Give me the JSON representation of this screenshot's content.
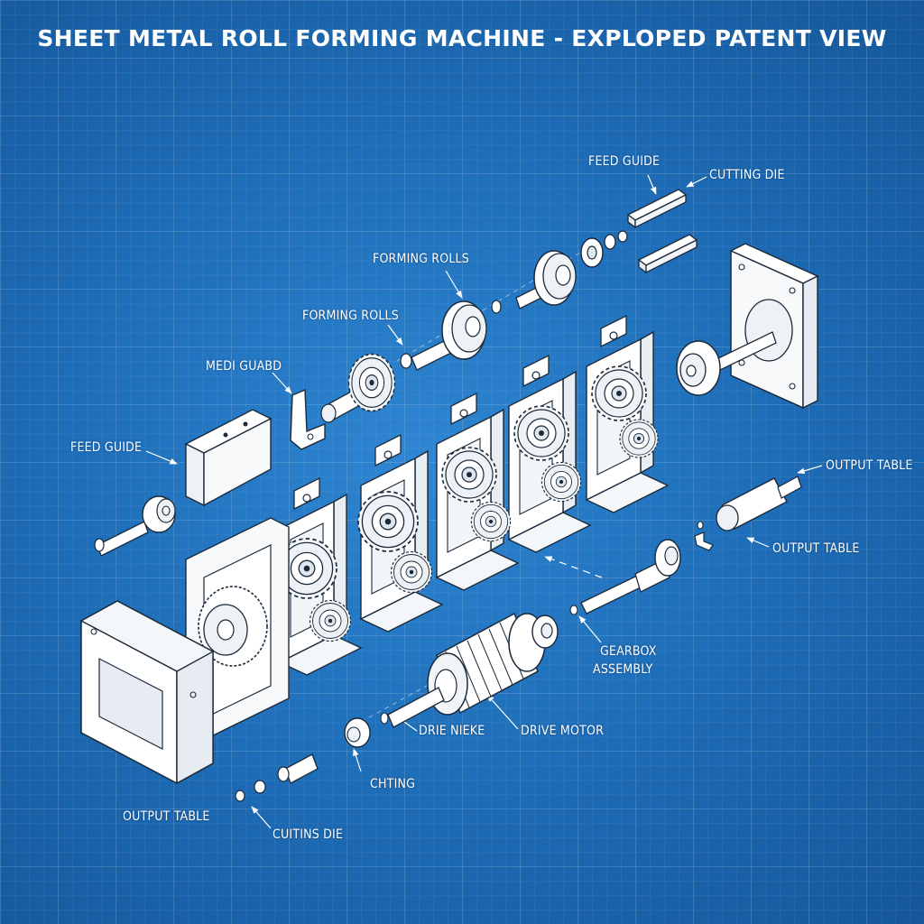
{
  "title": "SHEET METAL ROLL FORMING MACHINE - EXPLOPED PATENT VIEW",
  "labels": {
    "feed_guide_top": "FEED GUIDE",
    "cutting_die_top": "CUTTING DIE",
    "forming_rolls_upper": "FORMING ROLLS",
    "forming_rolls_lower": "FORMING ROLLS",
    "medi_guabd": "MEDI GUABD",
    "feed_guide_left": "FEED GUIDE",
    "output_table_right_upper": "OUTPUT TABLE",
    "output_table_right_lower": "OUTPUT TABLE",
    "gearbox_assembly_line1": "GEARBOX",
    "gearbox_assembly_line2": "ASSEMBLY",
    "drie_nieke": "DRIE NIEKE",
    "drive_motor": "DRIVE MOTOR",
    "chting": "CHTING",
    "output_table_bottom": "OUTPUT TABLE",
    "cutting_die_bottom": "CUITINS DIE"
  },
  "colors": {
    "background": "#1f6fba",
    "line_art": "#ffffff",
    "ink": "#1b2a3a"
  }
}
